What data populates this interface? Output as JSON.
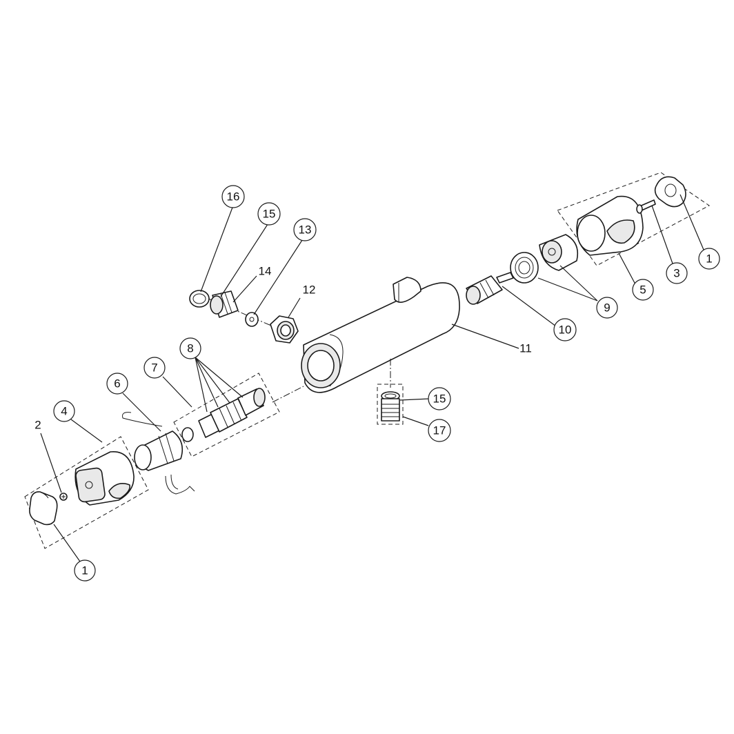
{
  "callouts": [
    {
      "id": "c1a",
      "label": "1"
    },
    {
      "id": "c1b",
      "label": "1"
    },
    {
      "id": "c2",
      "label": "2"
    },
    {
      "id": "c3",
      "label": "3"
    },
    {
      "id": "c4",
      "label": "4"
    },
    {
      "id": "c5",
      "label": "5"
    },
    {
      "id": "c6",
      "label": "6"
    },
    {
      "id": "c7",
      "label": "7"
    },
    {
      "id": "c8",
      "label": "8"
    },
    {
      "id": "c9",
      "label": "9"
    },
    {
      "id": "c10",
      "label": "10"
    },
    {
      "id": "c11",
      "label": "11"
    },
    {
      "id": "c12",
      "label": "12"
    },
    {
      "id": "c13",
      "label": "13"
    },
    {
      "id": "c14",
      "label": "14"
    },
    {
      "id": "c15a",
      "label": "15"
    },
    {
      "id": "c15b",
      "label": "15"
    },
    {
      "id": "c16",
      "label": "16"
    },
    {
      "id": "c17",
      "label": "17"
    }
  ]
}
